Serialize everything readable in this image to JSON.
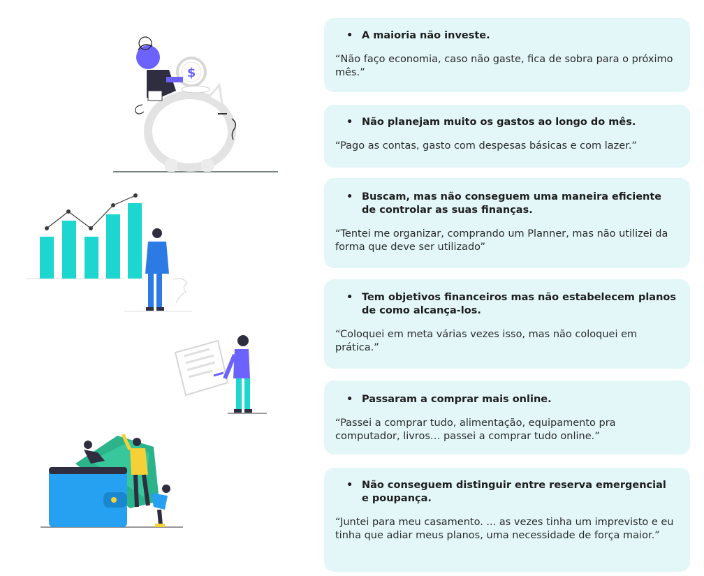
{
  "cards": [
    {
      "title": "A maioria não investe.",
      "quote": "“Não faço  economia, caso não gaste, fica de sobra para o próximo mês.”"
    },
    {
      "title": "Não planejam muito os gastos ao longo do mês.",
      "quote": "“Pago as contas, gasto com despesas básicas e com lazer.”"
    },
    {
      "title": "Buscam, mas não conseguem uma maneira eficiente de controlar as suas finanças.",
      "quote": "“Tentei me organizar, comprando um Planner, mas não utilizei da forma que deve ser utilizado”"
    },
    {
      "title": "Tem objetivos financeiros mas não estabelecem planos de como alcança-los.",
      "quote": "“Coloquei em meta várias vezes isso, mas não coloquei em prática.”"
    },
    {
      "title": "Passaram a comprar mais online.",
      "quote": "“Passei a comprar tudo, alimentação, equipamento pra computador, livros… passei a comprar tudo online.”"
    },
    {
      "title": "Não conseguem distinguir entre reserva emergencial e poupança.",
      "quote": "“Juntei para meu casamento. ... as vezes tinha um imprevisto e eu tinha que adiar meus planos, uma necessidade de força maior.”"
    }
  ],
  "piggy_coin_symbol": "$",
  "colors": {
    "card_bg": "#e3f7f9",
    "teal": "#1dd6cf",
    "purple": "#6c63ff",
    "blue": "#2c7be5",
    "wallet_blue": "#26a0f0",
    "money_green": "#2bb38a",
    "yellow": "#f5d037"
  }
}
